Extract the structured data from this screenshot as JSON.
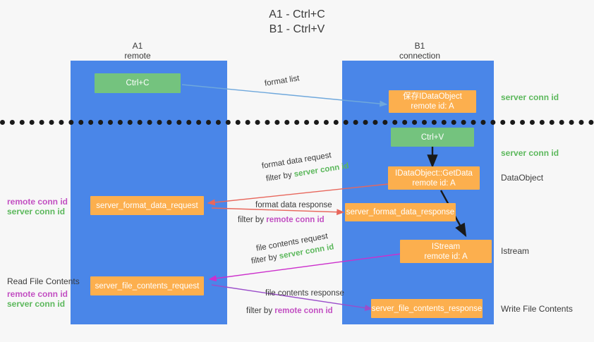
{
  "title": {
    "line1": "A1 - Ctrl+C",
    "line2": "B1 - Ctrl+V"
  },
  "lanes": [
    {
      "name": "A1",
      "sub": "remote"
    },
    {
      "name": "B1",
      "sub": "connection"
    }
  ],
  "nodes": {
    "ctrl_c": "Ctrl+C",
    "ctrl_v": "Ctrl+V",
    "save_idataobject_l1": "保存IDataObject",
    "save_idataobject_l2": "remote id: A",
    "getdata_l1": "IDataObject::GetData",
    "getdata_l2": "remote id: A",
    "istream_l1": "IStream",
    "istream_l2": "remote id: A",
    "server_format_data_request": "server_format_data_request",
    "server_format_data_response": "server_format_data_response",
    "server_file_contents_request": "server_file_contents_request",
    "server_file_contents_response": "server_file_contents_response"
  },
  "right_labels": {
    "server_conn_id_1": "server conn id",
    "server_conn_id_2": "server conn id",
    "dataobject": "DataObject",
    "istream": "Istream",
    "write_file_contents": "Write File Contents"
  },
  "left_labels": {
    "remote_conn_id_1": "remote conn id",
    "server_conn_id_1": "server conn id",
    "read_file_contents": "Read File Contents",
    "remote_conn_id_2": "remote conn id",
    "server_conn_id_2": "server conn id"
  },
  "edges": {
    "format_list": "format list",
    "format_data_request": "format data request",
    "format_data_request_filter_prefix": "filter by ",
    "format_data_request_filter_value": "server conn id",
    "format_data_response": "format data response",
    "format_data_response_filter_prefix": "filter by ",
    "format_data_response_filter_value": "remote conn id",
    "file_contents_request": "file contents request",
    "file_contents_request_filter_prefix": "filter by ",
    "file_contents_request_filter_value": "server conn id",
    "file_contents_response": "file contents response",
    "file_contents_response_filter_prefix": "filter by ",
    "file_contents_response_filter_value": "remote conn id"
  },
  "colors": {
    "lane": "#4a86e8",
    "green_node": "#74c37e",
    "orange_node": "#fcaf4e",
    "server_conn_id": "#5cb85c",
    "remote_conn_id": "#c24fc2",
    "arrow_blue": "#6fa8dc",
    "arrow_red": "#e8675c",
    "arrow_magenta": "#cc2fcc",
    "arrow_purple": "#9b4dca",
    "arrow_black": "#1a1a1a",
    "background": "#f7f7f7"
  }
}
